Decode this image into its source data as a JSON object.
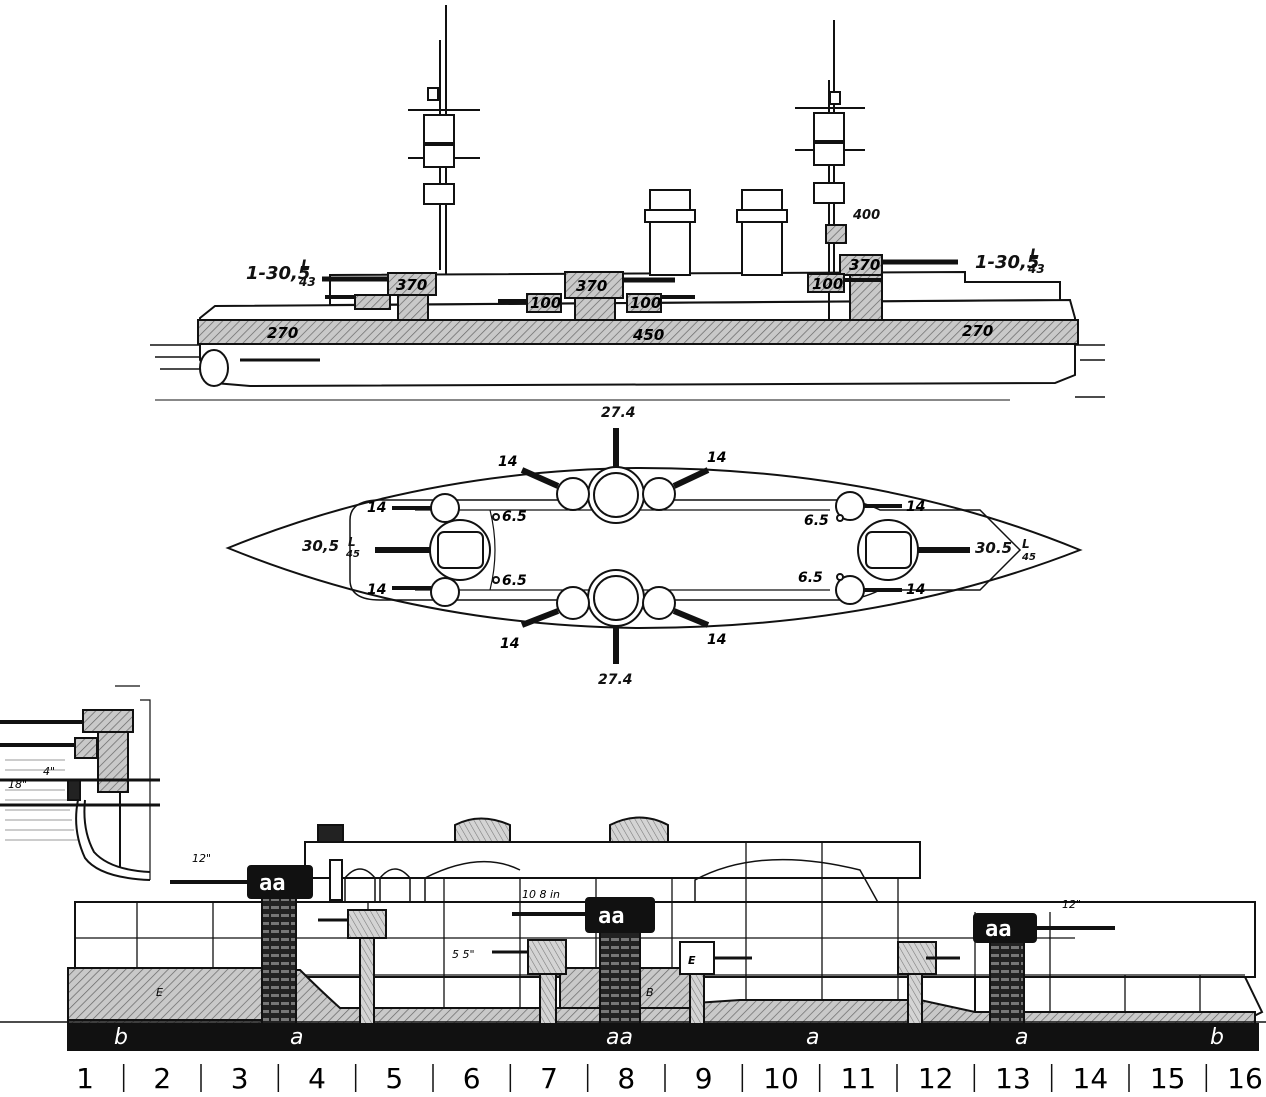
{
  "profile": {
    "gun_fore": "1-30,5",
    "gun_aft": "1-30,5",
    "caliber_frac_top": "L",
    "caliber_frac_bottom": "43",
    "mast_box_aft": "400",
    "belt_fore": "270",
    "belt_mid": "450",
    "belt_aft": "270",
    "barbette_fore": "370",
    "barbette_mid": "370",
    "barbette_aft": "370",
    "casemate_1": "100",
    "casemate_2": "100",
    "casemate_3": "100"
  },
  "plan": {
    "top_center": "27.4",
    "bottom_center": "27.4",
    "top_left_14": "14",
    "top_right_14": "14",
    "bottom_left_14": "14",
    "bottom_right_14": "14",
    "side_fore_upper_14": "14",
    "side_fore_lower_14": "14",
    "side_aft_upper_14": "14",
    "side_aft_lower_14": "14",
    "fore_main": "30,5",
    "fore_frac_top": "L",
    "fore_frac_bottom": "45",
    "aft_main": "30.5",
    "aft_frac_top": "L",
    "aft_frac_bottom": "45",
    "small_fore_upper": "6.5",
    "small_fore_lower": "6.5",
    "small_aft_upper": "6.5",
    "small_aft_lower": "6.5"
  },
  "section": {
    "upper": "4\"",
    "lower": "18\""
  },
  "elevation": {
    "gun_fore": "12\"",
    "gun_aft": "12\"",
    "gun_mid": "10 8 in",
    "gun_sec": "5 5\"",
    "turret_fore": "aa",
    "turret_mid": "aa",
    "turret_aft": "aa",
    "casemate_E": "E",
    "hull_b_fore": "b",
    "hull_a_1": "a",
    "hull_aa": "aa",
    "hull_a_2": "a",
    "hull_a_3": "a",
    "hull_b_aft": "b",
    "belt_E": "E",
    "belt_B": "B",
    "frames": [
      "1",
      "2",
      "3",
      "4",
      "5",
      "6",
      "7",
      "8",
      "9",
      "10",
      "11",
      "12",
      "13",
      "14",
      "15",
      "16"
    ]
  },
  "colors": {
    "ink": "#111111",
    "armor_fill": "#b9b9b9",
    "paper": "#ffffff"
  }
}
